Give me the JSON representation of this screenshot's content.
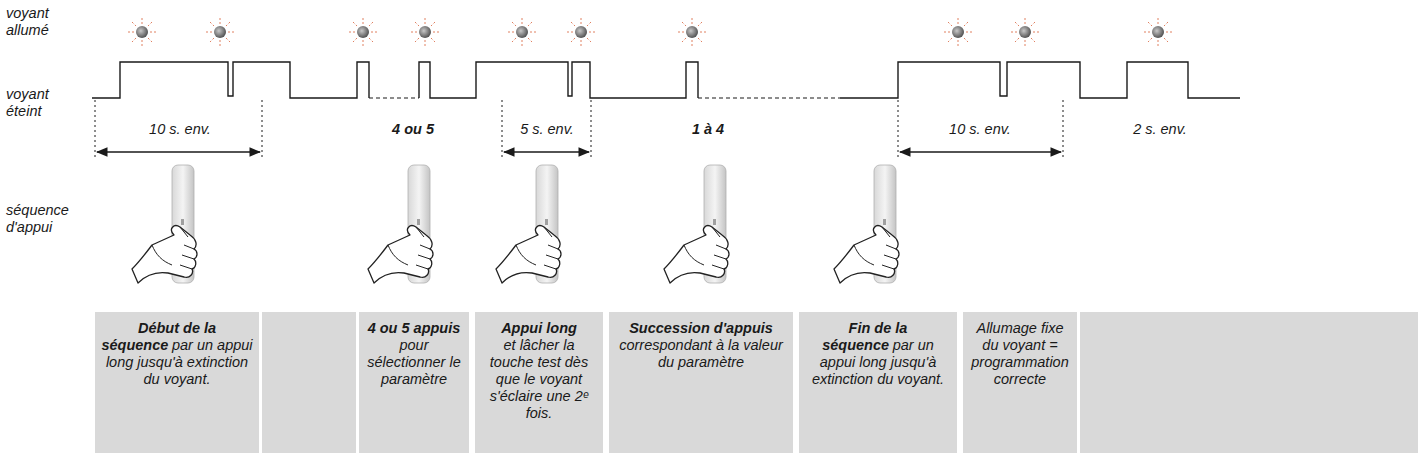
{
  "diagram": {
    "nodes": [
      {
        "text": [
          "Début de la séquence",
          "par un appui long jusqu'à extinction du voyant."
        ]
      },
      {
        "text": [
          "4 ou 5 appuis",
          "pour sélectionner le paramètre"
        ]
      },
      {
        "text": [
          "Appui long",
          "et lâcher la touche test dès que le voyant s'éclaire une 2ᵉ fois."
        ]
      },
      {
        "text": [
          "Succession d'appuis",
          "correspondant à la valeur du paramètre"
        ]
      },
      {
        "text": [
          "Fin de la séquence",
          "par un appui long jusqu'à extinction du voyant."
        ]
      },
      {
        "text": [
          "Allumage fixe du voyant = programmation correcte"
        ]
      }
    ],
    "labels": [
      "voyant allumé",
      "voyant éteint",
      "séquence d'appui",
      "10 s. env.",
      "4 ou 5",
      "5 s. env.",
      "1 à 4",
      "10 s. env.",
      "2 s. env."
    ]
  }
}
